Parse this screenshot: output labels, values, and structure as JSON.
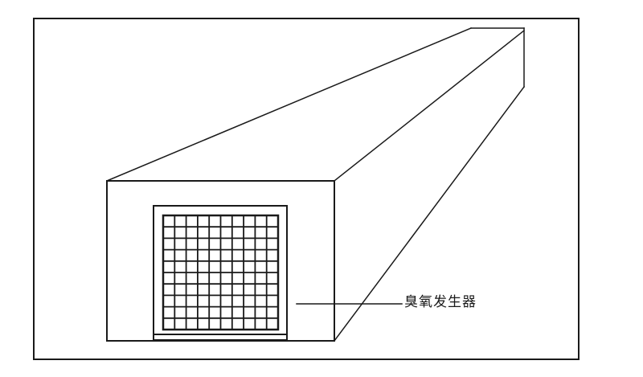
{
  "diagram": {
    "type": "perspective-duct-sketch",
    "label": "臭氧发生器",
    "stroke_color": "#1a1a1a",
    "background": "#ffffff",
    "grid": {
      "rows": 10,
      "cols": 10
    }
  }
}
